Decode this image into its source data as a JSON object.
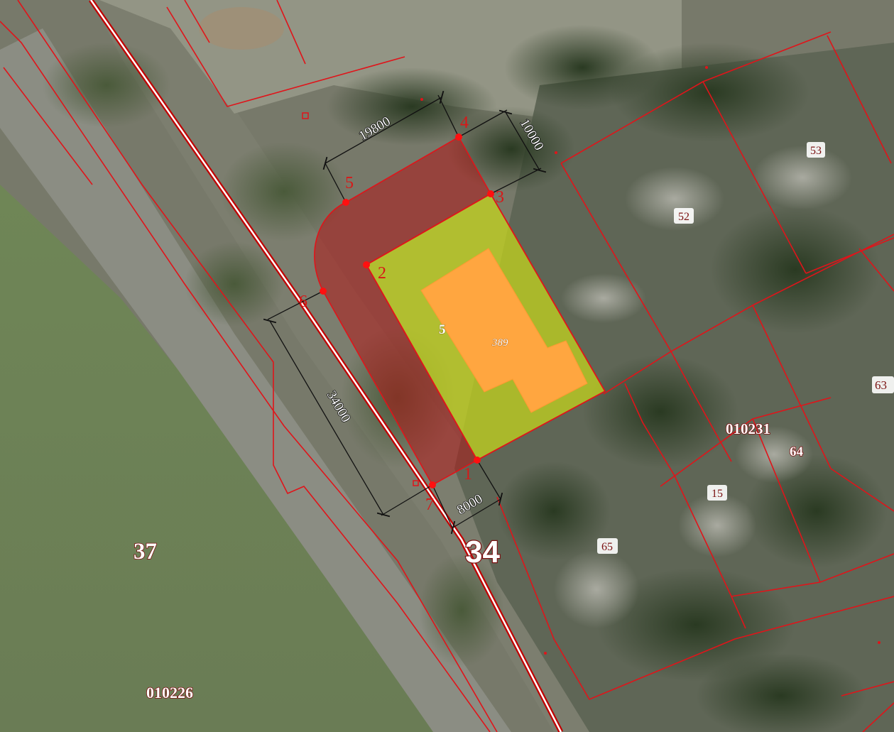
{
  "map": {
    "colors": {
      "boundary": "#e0141a",
      "road_line": "#c00000",
      "zone_fill": "#b01818",
      "plot_fill": "#c8d81a",
      "building_fill": "#ffa640",
      "dimension_line": "#111111"
    },
    "quarter_labels": [
      {
        "id": "q34",
        "text": "34"
      },
      {
        "id": "q37",
        "text": "37"
      },
      {
        "id": "q010226",
        "text": "010226"
      },
      {
        "id": "q010231",
        "text": "010231"
      }
    ],
    "parcel_labels": [
      {
        "id": "p53",
        "text": "53"
      },
      {
        "id": "p52",
        "text": "52"
      },
      {
        "id": "p63",
        "text": "63"
      },
      {
        "id": "p64",
        "text": "64"
      },
      {
        "id": "p15",
        "text": "15"
      },
      {
        "id": "p65",
        "text": "65"
      }
    ],
    "vertices": [
      {
        "id": "v1",
        "label": "1"
      },
      {
        "id": "v2",
        "label": "2"
      },
      {
        "id": "v3",
        "label": "3"
      },
      {
        "id": "v4",
        "label": "4"
      },
      {
        "id": "v5",
        "label": "5"
      },
      {
        "id": "v6",
        "label": "6"
      },
      {
        "id": "v7",
        "label": "7"
      }
    ],
    "dimensions": [
      {
        "id": "d19800",
        "text": "19800"
      },
      {
        "id": "d10000",
        "text": "10000"
      },
      {
        "id": "d34000",
        "text": "34000"
      },
      {
        "id": "d8000",
        "text": "8000"
      }
    ],
    "building": {
      "area_label": "389",
      "floors_label": "5"
    }
  }
}
